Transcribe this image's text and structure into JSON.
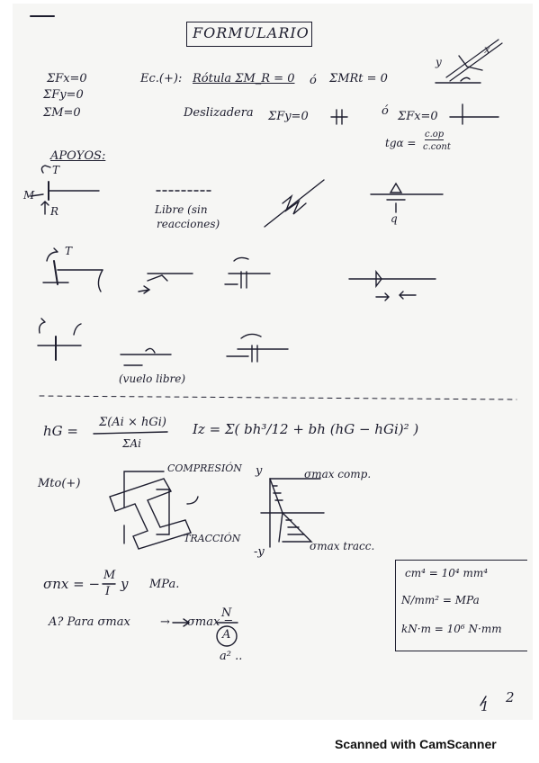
{
  "title": "FORMULARIO",
  "equilibrium": {
    "sum_fx": "ΣFx=0",
    "sum_fy": "ΣFy=0",
    "sum_m": "ΣM=0",
    "ec_label": "Ec.(+):",
    "rotula_eq": "Rótula ΣM_R = 0",
    "or1": "ó",
    "mret_eq": "ΣMRt = 0",
    "deslizadera": "Deslizadera",
    "sum_fy0": "ΣFy=0",
    "or2": "ó",
    "sum_fx0": "ΣFx=0",
    "tg_lhs": "tgα =",
    "tg_num": "c.op",
    "tg_den": "c.cont",
    "incline_y": "y",
    "incline_x": "x"
  },
  "supports": {
    "heading": "APOYOS:",
    "label_t": "T",
    "label_m": "M",
    "label_r": "R",
    "libre": "Libre (sin",
    "reacciones": "reacciones)",
    "label_q": "q",
    "label_t2": "T",
    "vuelo_libre": "(vuelo libre)"
  },
  "section": {
    "hg_lhs": "hG =",
    "hg_num": "Σ(Ai × hGi)",
    "hg_den": "ΣAi",
    "iz_formula": "Iz = Σ( bh³/12 + bh (hG − hGi)² )",
    "mto_label": "Mto(+)",
    "compresion": "COMPRESIÓN",
    "traccion": "TRACCIÓN",
    "axis_y": "y",
    "axis_neg_y": "-y",
    "sigma_comp": "σmax comp.",
    "sigma_tracc": "σmax tracc.",
    "sigma_formula_lhs": "σnx = −",
    "sigma_frac_num": "M",
    "sigma_frac_den": "I",
    "sigma_formula_rhs": "y",
    "mpa": "MPa.",
    "area_q": "A? Para σmax",
    "arrow": "→",
    "sigma_max_lhs": "σmax =",
    "sigma_max_num": "N",
    "sigma_max_den": "A",
    "a_squared": "a² ..",
    "units": [
      "cm⁴ = 10⁴ mm⁴",
      "N/mm² = MPa",
      "kN·m = 10⁶ N·mm"
    ]
  },
  "page_numbers": [
    "1",
    "2"
  ],
  "scan_label": "Scanned with CamScanner"
}
